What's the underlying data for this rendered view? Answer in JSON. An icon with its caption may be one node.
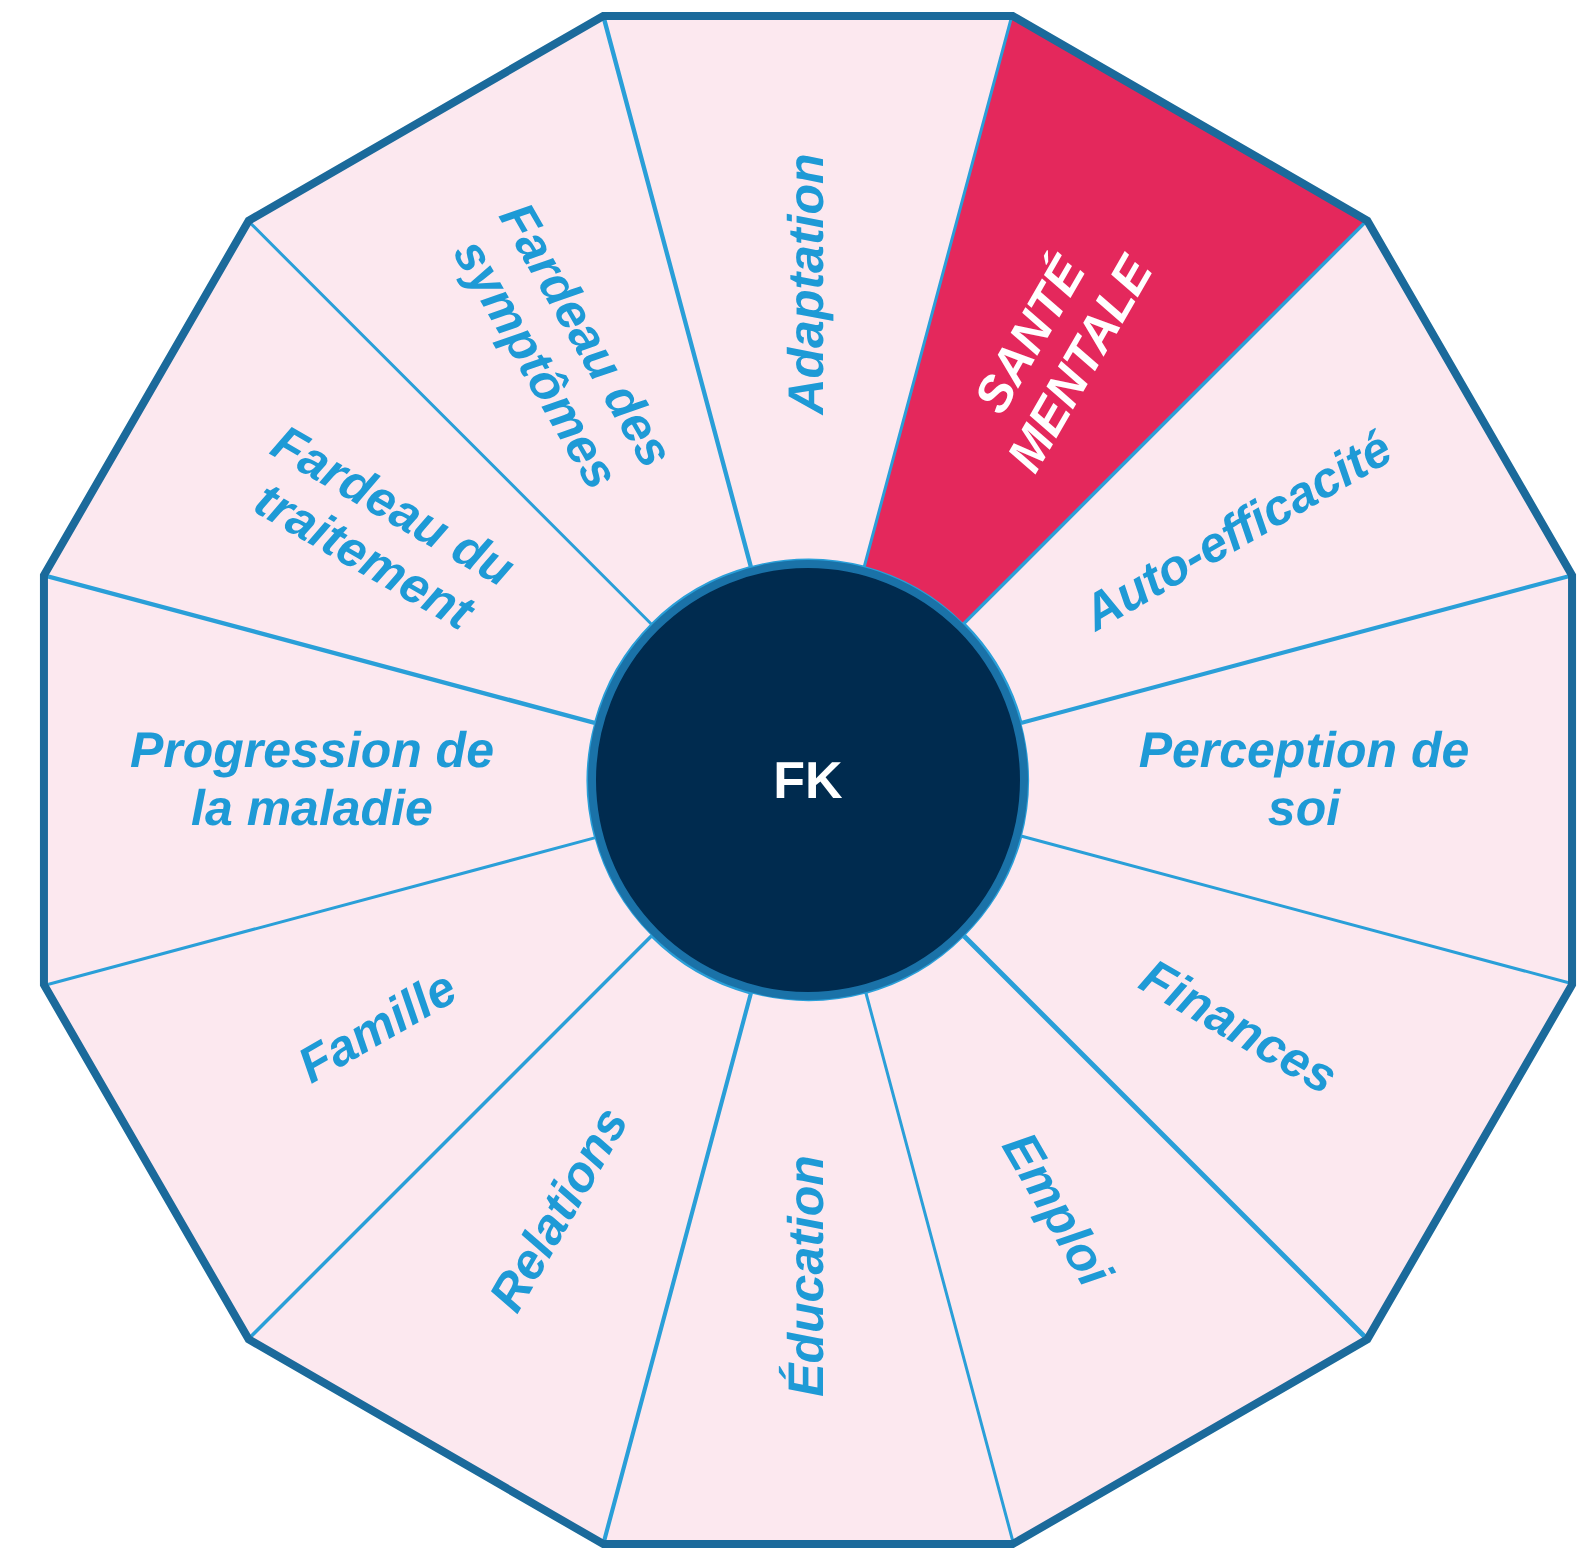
{
  "diagram": {
    "nodes": [
      {
        "text": [
          "FK"
        ]
      },
      {
        "text": [
          "Adaptation"
        ]
      },
      {
        "text": [
          "SANTÉ MENTALE"
        ]
      },
      {
        "text": [
          "Auto-efficacité"
        ]
      },
      {
        "text": [
          "Perception de soi"
        ]
      },
      {
        "text": [
          "Finances"
        ]
      },
      {
        "text": [
          "Emploi"
        ]
      },
      {
        "text": [
          "Éducation"
        ]
      },
      {
        "text": [
          "Relations"
        ]
      },
      {
        "text": [
          "Famille"
        ]
      },
      {
        "text": [
          "Progression de la maladie"
        ]
      },
      {
        "text": [
          "Fardeau du traitement"
        ]
      },
      {
        "text": [
          "Fardeau des symptômes"
        ]
      }
    ]
  }
}
